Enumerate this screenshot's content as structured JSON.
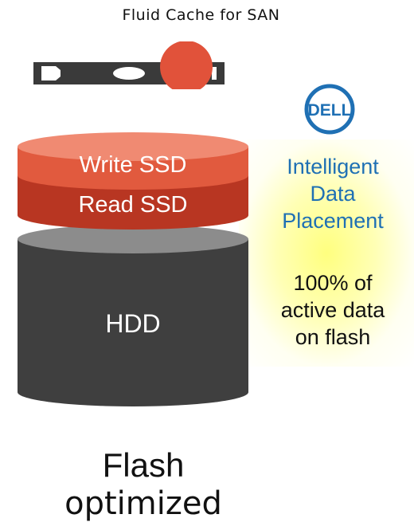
{
  "header": {
    "title": "Fluid Cache for SAN"
  },
  "stack": {
    "write_label": "Write SSD",
    "read_label": "Read SSD",
    "hdd_label": "HDD"
  },
  "logo": {
    "text": "DELL",
    "color": "#1f70b4"
  },
  "placement": {
    "lines": [
      "Intelligent",
      "Data",
      "Placement"
    ],
    "color": "#1f70b4"
  },
  "active_data": {
    "lines": [
      "100% of",
      "active data",
      "on flash"
    ]
  },
  "footer": {
    "lines": [
      "Flash",
      "optimized"
    ]
  },
  "colors": {
    "write_ssd": "#e15a3e",
    "read_ssd": "#b83622",
    "hdd": "#3f3f3f",
    "cache_dot": "#e1523a"
  }
}
